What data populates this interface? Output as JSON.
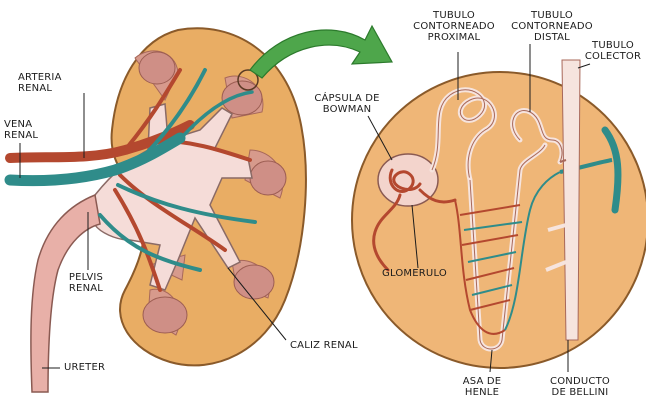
{
  "labels": {
    "arteria_renal": [
      "ARTERIA",
      "RENAL"
    ],
    "vena_renal": [
      "VENA",
      "RENAL"
    ],
    "pelvis_renal": [
      "PELVIS",
      "RENAL"
    ],
    "ureter": [
      "URETER"
    ],
    "caliz_renal": [
      "CALIZ RENAL"
    ],
    "capsula_bowman": [
      "CÁPSULA DE",
      "BOWMAN"
    ],
    "glomerulo": [
      "GLOMERULO"
    ],
    "tubulo_proximal": [
      "TUBULO",
      "CONTORNEADO",
      "PROXIMAL"
    ],
    "tubulo_distal": [
      "TUBULO",
      "CONTORNEADO",
      "DISTAL"
    ],
    "tubulo_colector": [
      "TUBULO",
      "COLECTOR"
    ],
    "asa_henle": [
      "ASA DE",
      "HENLE"
    ],
    "conducto_bellini": [
      "CONDUCTO",
      "DE BELLINI"
    ]
  },
  "colors": {
    "kidney_cortex": "#e9ad64",
    "kidney_outline": "#8a5a2a",
    "pelvis": "#f5dcd8",
    "artery": "#b4482f",
    "vein": "#2f8c8a",
    "ureter": "#e8b0a8",
    "arrow": "#4ea64b",
    "circle_fill": "#efb677"
  }
}
